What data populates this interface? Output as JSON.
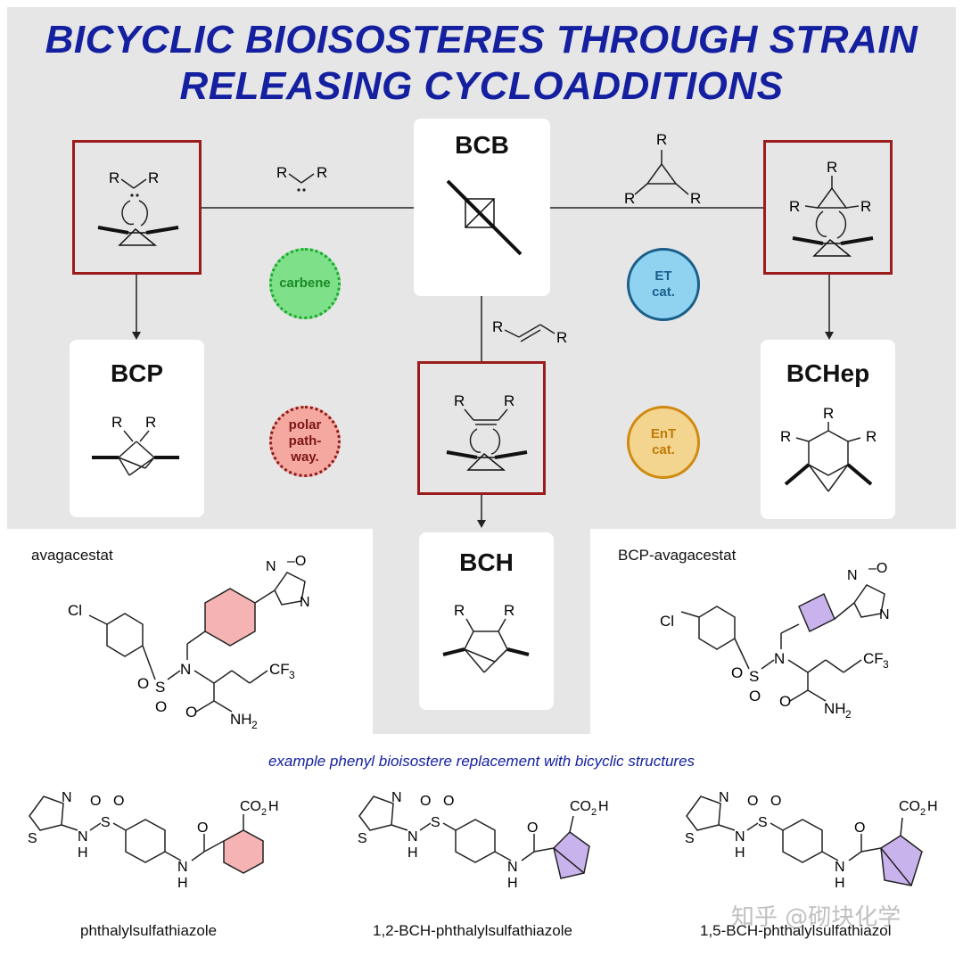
{
  "title": {
    "line1": "BICYCLIC BIOISOSTERES THROUGH STRAIN",
    "line2": "RELEASING CYCLOADDITIONS"
  },
  "center": {
    "label": "BCB"
  },
  "products": {
    "left": "BCP",
    "right": "BCHep",
    "bottom": "BCH"
  },
  "reagents": {
    "R": "R",
    "R_prime": "R"
  },
  "badges": {
    "carbene": {
      "text": "carbene",
      "color": "#1ea82e",
      "fill": "#7fe08a"
    },
    "polar": {
      "line1": "polar",
      "line2": "path-",
      "line3": "way.",
      "color": "#8b1a1a",
      "fill": "#f5a8a0"
    },
    "et": {
      "line1": "ET",
      "line2": "cat.",
      "color": "#1a5f8a",
      "fill": "#8fd3f0"
    },
    "ent": {
      "line1": "EnT",
      "line2": "cat.",
      "color": "#d08a10",
      "fill": "#f3d58f"
    }
  },
  "drugs": {
    "left_name": "avagacestat",
    "right_name": "BCP-avagacestat",
    "atoms": {
      "Cl": "Cl",
      "N": "N",
      "S": "S",
      "O": "O",
      "CF3": "CF",
      "CF3_sub": "3",
      "NH2": "NH",
      "NH2_sub": "2",
      "NO": "N–O"
    }
  },
  "examples": {
    "subtitle": "example phenyl bioisostere replacement with bicyclic structures",
    "names": [
      "phthalylsulfathiazole",
      "1,2-BCH-phthalylsulfathiazole",
      "1,5-BCH-phthalylsulfathiazol"
    ],
    "atoms": {
      "CO2H": "CO",
      "CO2H_sub": "2",
      "CO2H_end": "H",
      "NH": "N",
      "H": "H"
    }
  },
  "watermark": "知乎 @砌块化学",
  "colors": {
    "title": "#1420a0",
    "redbox": "#9b1c1c",
    "phenyl_highlight": "#f5b3b3",
    "bicyclic_highlight": "#c9b3ec",
    "background": "#e6e6e6"
  }
}
